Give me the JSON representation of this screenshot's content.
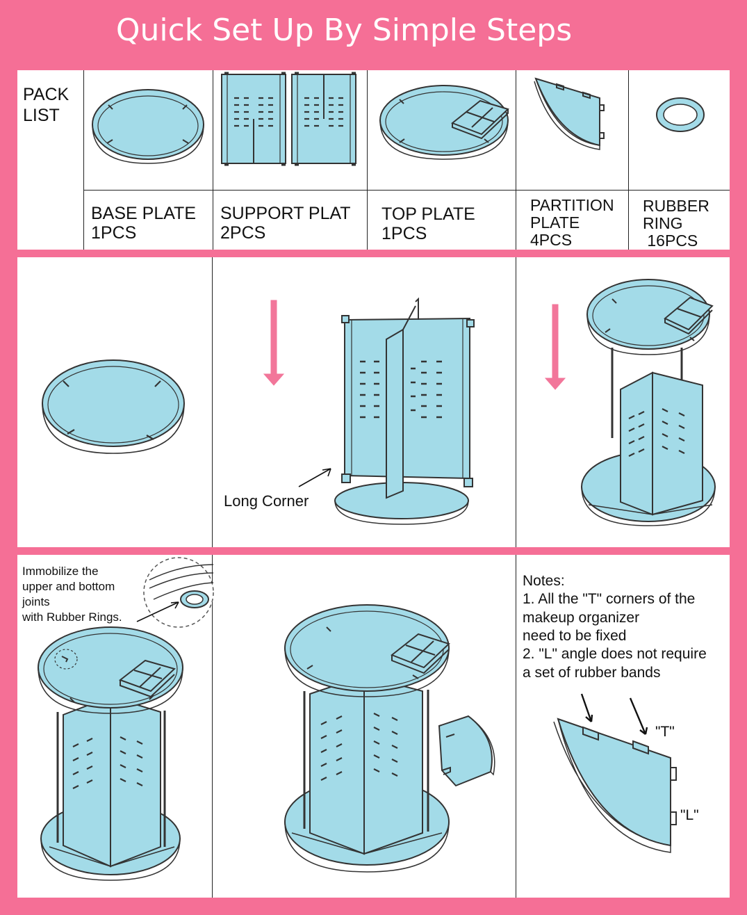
{
  "title": "Quick Set Up By Simple Steps",
  "colors": {
    "background": "#f56f96",
    "part_fill": "#a3dbe8",
    "outline": "#333333",
    "arrow": "#f2769a"
  },
  "pack_list": {
    "heading": [
      "PACK",
      "LIST"
    ],
    "items": [
      {
        "lines": [
          "BASE PLATE",
          "1PCS"
        ]
      },
      {
        "lines": [
          "SUPPORT PLAT",
          "2PCS"
        ]
      },
      {
        "lines": [
          "TOP PLATE",
          "1PCS"
        ]
      },
      {
        "lines": [
          "PARTITION",
          "PLATE",
          "4PCS"
        ]
      },
      {
        "lines": [
          "RUBBER",
          "RING",
          " 16PCS"
        ]
      }
    ]
  },
  "steps": {
    "long_corner_label": "Long Corner",
    "immobilize_lines": [
      "Immobilize the",
      "upper and bottom",
      "joints",
      "with Rubber Rings."
    ],
    "notes_lines": [
      "Notes:",
      "1. All the \"T\" corners of the",
      "makeup organizer",
      "need to be fixed",
      "2. \"L\" angle does not require",
      "a set of rubber bands"
    ],
    "t_label": "\"T\"",
    "l_label": "\"L\""
  }
}
